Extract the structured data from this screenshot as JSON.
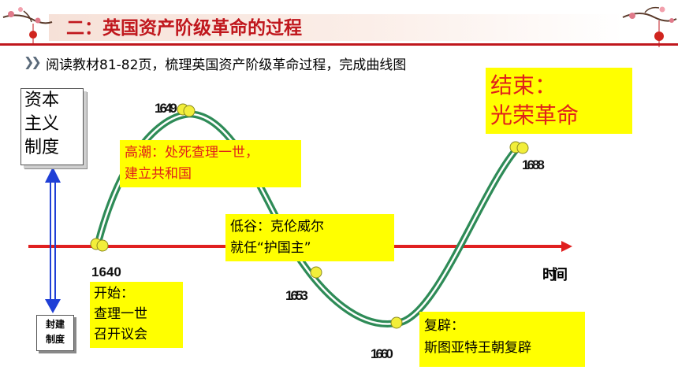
{
  "header": {
    "title": "二：英国资产阶级革命的过程"
  },
  "instruction": {
    "icon": "double-chevron-icon",
    "text": "阅读教材81-82页，梳理英国资产阶级革命过程，完成曲线图"
  },
  "left_axis": {
    "top_box": [
      "资本",
      "主义",
      "制度"
    ],
    "bottom_box": [
      "封建",
      "制度"
    ]
  },
  "time_axis": {
    "label": "时间"
  },
  "events": {
    "start": {
      "year": "1640",
      "title": "开始：",
      "lines": [
        "查理一世",
        "召开议会"
      ]
    },
    "climax": {
      "year": "1649",
      "lines": [
        "高潮：处死查理一世，",
        "建立共和国"
      ]
    },
    "low": {
      "year": "1653",
      "lines": [
        "低谷：克伦威尔",
        "就任“护国主”"
      ]
    },
    "restoration": {
      "year": "1660",
      "title": "复辟：",
      "text": "斯图亚特王朝复辟"
    },
    "end": {
      "year": "1688",
      "lines": [
        "结束：",
        "光荣革命"
      ]
    }
  },
  "colors": {
    "title_red": "#c0171d",
    "axis_red": "#e02020",
    "curve_green": "#2e8b57",
    "arrow_blue": "#1f3fd6",
    "highlight_yellow": "#ffff00"
  }
}
